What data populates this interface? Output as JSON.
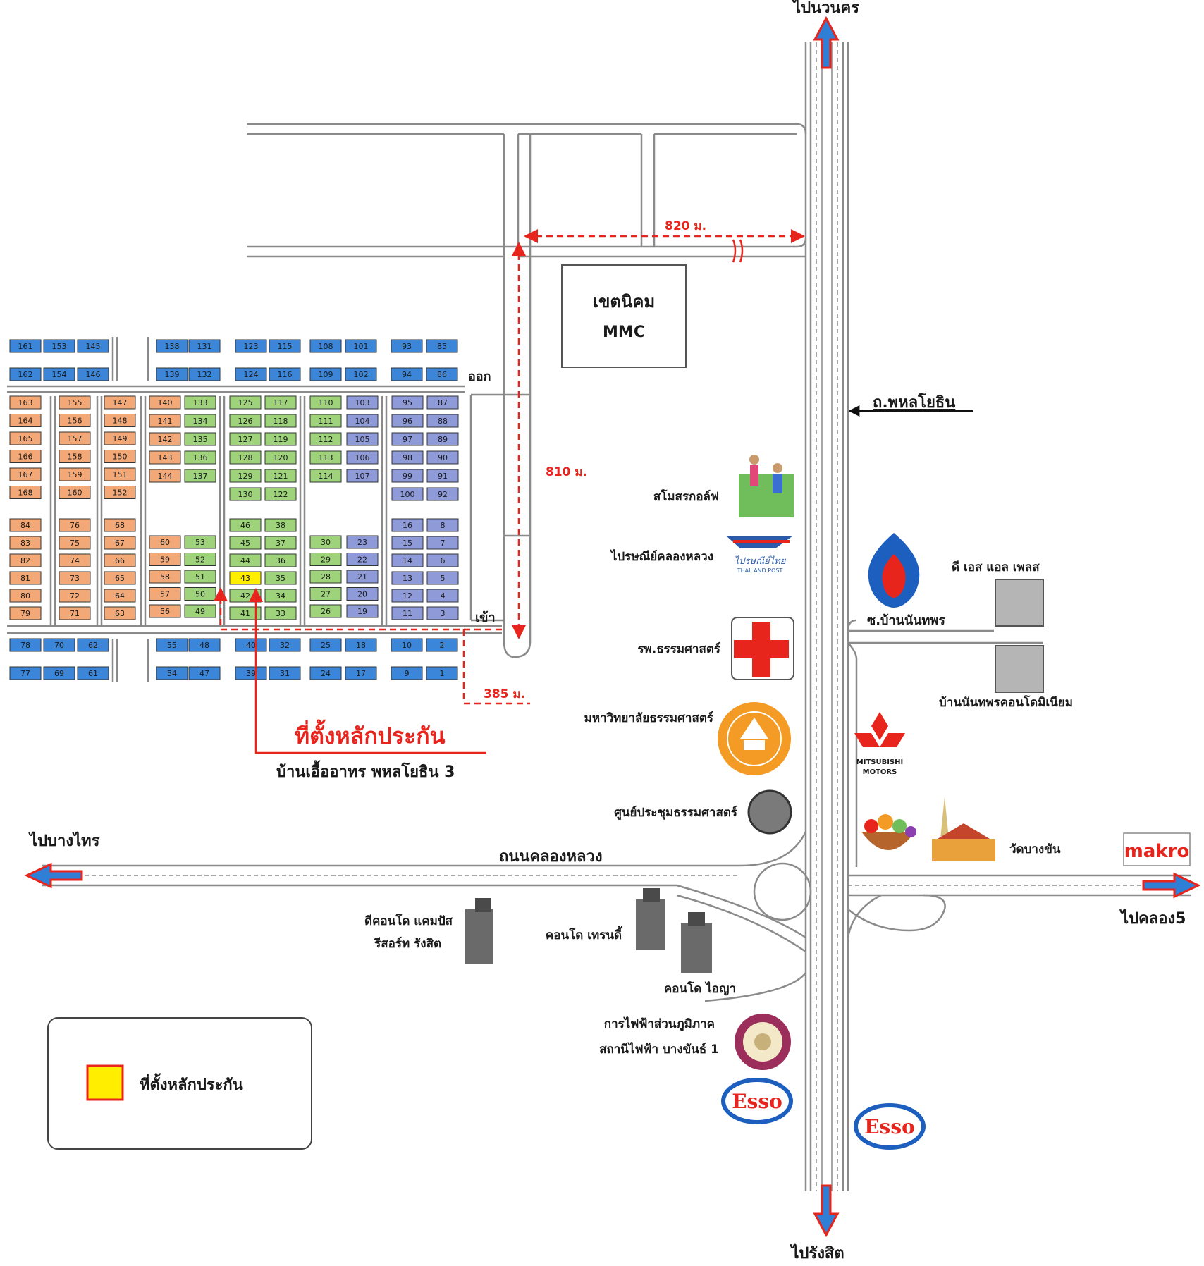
{
  "colors": {
    "road": "#8a8a8a",
    "blue_lot": "#3b86d9",
    "orange_lot": "#f3a877",
    "green_lot": "#9ed37c",
    "purple_lot": "#8f9bd8",
    "highlight_lot": "#ffee00",
    "route_red": "#e8251d",
    "arrow_blue": "#2f7fd6"
  },
  "directions": {
    "north": "ไปนวนคร",
    "south": "ไปรังสิต",
    "west": "ไปบางไทร",
    "east": "ไปคลอง5"
  },
  "roads": {
    "phahonyothin": "ถ.พหลโยธิน",
    "khlong_luang": "ถนนคลองหลวง",
    "soi_ban_nanthaphon": "ซ.บ้านนันทพร"
  },
  "distances": {
    "d820": "820 ม.",
    "d810": "810 ม.",
    "d385": "385 ม."
  },
  "estate": {
    "exit": "ออก",
    "entrance": "เข้า"
  },
  "zone": {
    "line1": "เขตนิคม",
    "line2": "MMC"
  },
  "collateral": {
    "title": "ที่ตั้งหลักประกัน",
    "project": "บ้านเอื้ออาทร พหลโยธิน 3",
    "plot": "43"
  },
  "landmarks": {
    "golf": "สโมสรกอล์ฟ",
    "post": "ไปรษณีย์คลองหลวง",
    "post_logo": "ไปรษณีย์ไทย",
    "post_logo_sub": "THAILAND POST",
    "hospital": "รพ.ธรรมศาสตร์",
    "university": "มหาวิทยาลัยธรรมศาสตร์",
    "convention": "ศูนย์ประชุมธรรมศาสตร์",
    "ds_place": "ดี เอส แอล เพลส",
    "ban_nanthaphon": "บ้านนันทพรคอนโดมิเนียม",
    "mitsubishi_1": "MITSUBISHI",
    "mitsubishi_2": "MOTORS",
    "wat": "วัดบางขัน",
    "makro": "makro",
    "dcondo_1": "ดีคอนโด แคมปัส",
    "dcondo_2": "รีสอร์ท รังสิต",
    "condo_trendy": "คอนโด เทรนดี้",
    "condo_aiya": "คอนโด ไอญา",
    "pea_1": "การไฟฟ้าส่วนภูมิภาค",
    "pea_2": "สถานีไฟฟ้า บางขันธ์ 1",
    "esso": "Esso"
  },
  "legend": {
    "label": "ที่ตั้งหลักประกัน"
  },
  "plots": {
    "blue_top_left": [
      "161",
      "153",
      "145",
      "162",
      "154",
      "146"
    ],
    "blue_top_mid": [
      "138",
      "131",
      "139",
      "132",
      "123",
      "115",
      "124",
      "116",
      "108",
      "101",
      "109",
      "102",
      "93",
      "85",
      "94",
      "86"
    ],
    "orange": [
      "163",
      "155",
      "147",
      "164",
      "156",
      "148",
      "165",
      "157",
      "149",
      "166",
      "158",
      "150",
      "167",
      "159",
      "151",
      "168",
      "160",
      "152",
      "84",
      "76",
      "68",
      "83",
      "75",
      "67",
      "82",
      "74",
      "66",
      "81",
      "73",
      "65",
      "80",
      "72",
      "64",
      "79",
      "71",
      "63",
      "140",
      "141",
      "142",
      "143",
      "144",
      "60",
      "59",
      "58",
      "57",
      "56"
    ],
    "green": [
      "133",
      "134",
      "135",
      "136",
      "137",
      "53",
      "52",
      "51",
      "50",
      "49",
      "125",
      "117",
      "126",
      "118",
      "127",
      "119",
      "128",
      "120",
      "129",
      "121",
      "130",
      "122",
      "46",
      "38",
      "45",
      "37",
      "44",
      "36",
      "35",
      "42",
      "34",
      "41",
      "33",
      "110",
      "111",
      "112",
      "113",
      "114",
      "30",
      "29",
      "28",
      "27",
      "26"
    ],
    "purple": [
      "103",
      "104",
      "105",
      "106",
      "107",
      "23",
      "22",
      "21",
      "20",
      "19",
      "95",
      "87",
      "96",
      "88",
      "97",
      "89",
      "98",
      "90",
      "99",
      "91",
      "100",
      "92",
      "16",
      "8",
      "15",
      "7",
      "14",
      "6",
      "13",
      "5",
      "12",
      "4",
      "11",
      "3"
    ],
    "blue_bottom": [
      "78",
      "70",
      "62",
      "77",
      "69",
      "61",
      "55",
      "48",
      "54",
      "47",
      "40",
      "32",
      "39",
      "31",
      "25",
      "18",
      "24",
      "17",
      "10",
      "2",
      "9",
      "1"
    ]
  }
}
